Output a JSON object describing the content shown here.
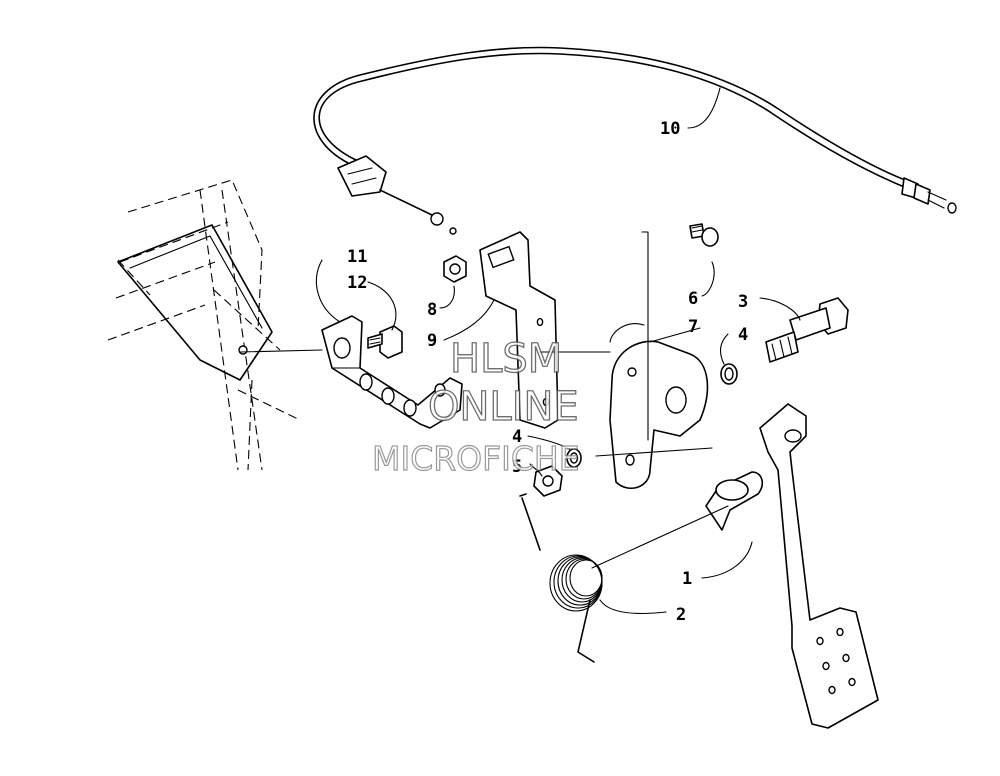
{
  "diagram": {
    "callouts": [
      {
        "id": "c1",
        "label": "1"
      },
      {
        "id": "c2",
        "label": "2"
      },
      {
        "id": "c3",
        "label": "3"
      },
      {
        "id": "c4a",
        "label": "4"
      },
      {
        "id": "c4b",
        "label": "4"
      },
      {
        "id": "c5",
        "label": "5"
      },
      {
        "id": "c6",
        "label": "6"
      },
      {
        "id": "c7",
        "label": "7"
      },
      {
        "id": "c8",
        "label": "8"
      },
      {
        "id": "c9",
        "label": "9"
      },
      {
        "id": "c10",
        "label": "10"
      },
      {
        "id": "c11",
        "label": "11"
      },
      {
        "id": "c12",
        "label": "12"
      }
    ]
  },
  "watermark": {
    "line1": "HLSM",
    "line2": "ONLINE",
    "line3": "MICROFICHE"
  },
  "colors": {
    "line": "#000000",
    "background": "#ffffff",
    "watermark_stroke": "#666666"
  }
}
